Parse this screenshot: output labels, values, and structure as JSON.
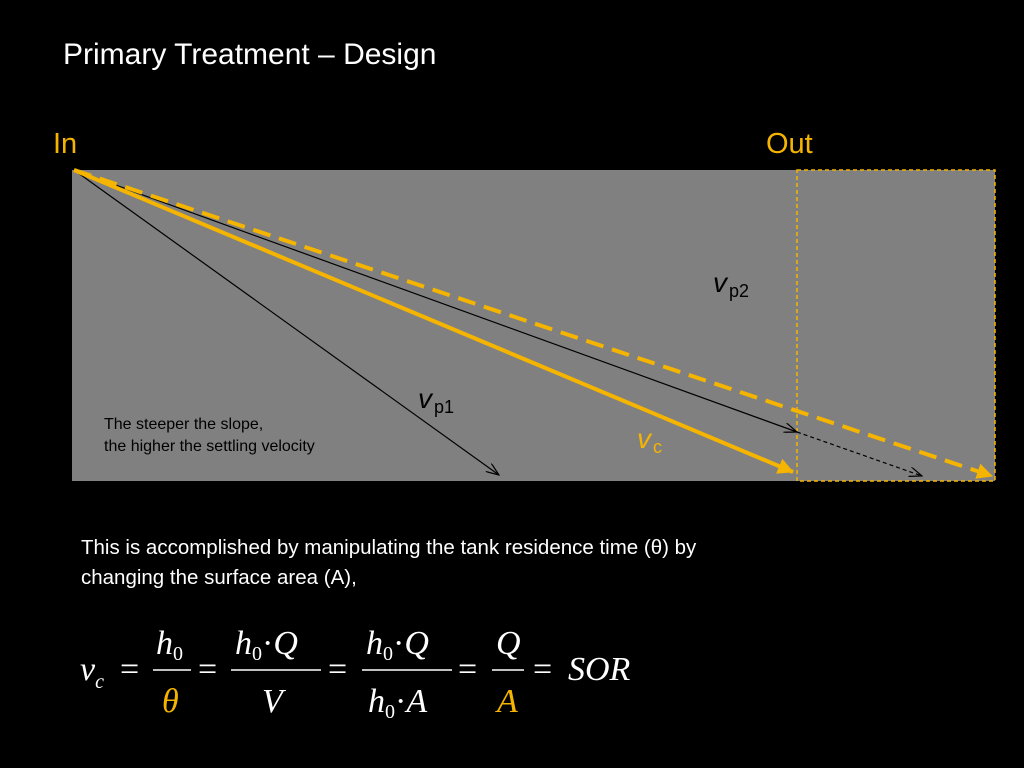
{
  "slide": {
    "title": "Primary Treatment – Design",
    "in_label": "In",
    "out_label": "Out",
    "note_line1": "The steeper the slope,",
    "note_line2": "the higher the settling velocity",
    "body_line1": "This is accomplished by manipulating the tank residence time (θ) by",
    "body_line2": "changing the surface area (A),"
  },
  "velocities": {
    "vp2_main": "v",
    "vp2_sub": "p2",
    "vp1_main": "v",
    "vp1_sub": "p1",
    "vc_main": "v",
    "vc_sub": "c"
  },
  "equation": {
    "vc": "v",
    "vc_sub": "c",
    "h": "h",
    "zero": "0",
    "theta": "θ",
    "Q": "Q",
    "V": "V",
    "A": "A",
    "dot": "·",
    "eq": "=",
    "sor": "SOR"
  },
  "colors": {
    "background": "#000000",
    "tank": "#808080",
    "accent": "#f5b400",
    "text": "#ffffff"
  }
}
